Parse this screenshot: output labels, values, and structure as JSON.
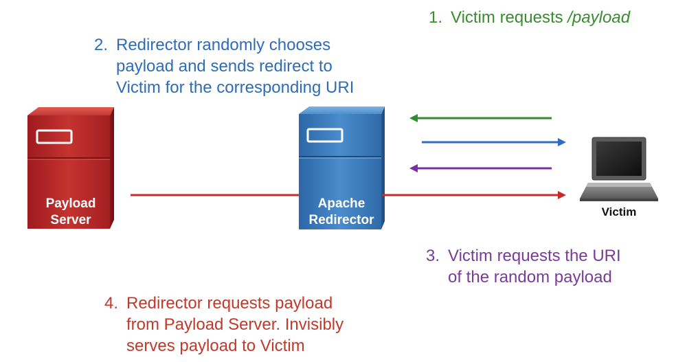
{
  "nodes": {
    "payload_server": {
      "label_line1": "Payload",
      "label_line2": "Server",
      "color": "#b8262a"
    },
    "apache_redirector": {
      "label_line1": "Apache",
      "label_line2": "Redirector",
      "color": "#3a78b8"
    },
    "victim": {
      "label": "Victim"
    }
  },
  "steps": [
    {
      "number": "1.",
      "lines": [
        "Victim requests "
      ],
      "emphasis": "/payload",
      "color": "#3a8a2f"
    },
    {
      "number": "2.",
      "lines": [
        "Redirector randomly chooses",
        "payload and sends redirect to",
        "Victim for the corresponding URI"
      ],
      "color": "#2f6cb8"
    },
    {
      "number": "3.",
      "lines": [
        "Victim requests the URI",
        "of the random payload"
      ],
      "color": "#7a3a9a"
    },
    {
      "number": "4.",
      "lines": [
        "Redirector requests payload",
        "from Payload Server. Invisibly",
        "serves payload to Victim"
      ],
      "color": "#c0392b"
    }
  ],
  "arrow_colors": {
    "step1": "#2e8b2e",
    "step2": "#2f6cc4",
    "step3": "#7a2fa0",
    "step4": "#c82a2a"
  }
}
